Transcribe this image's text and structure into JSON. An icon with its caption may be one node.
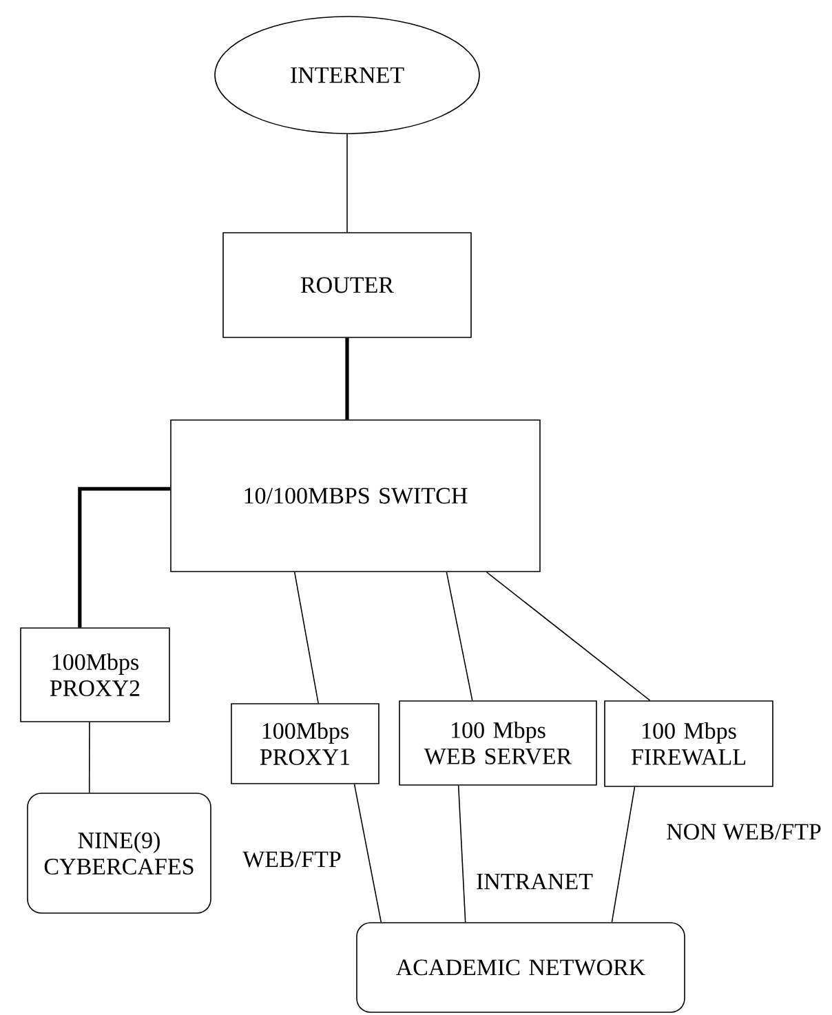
{
  "diagram": {
    "nodes": [
      {
        "text": [
          "INTERNET"
        ]
      },
      {
        "text": [
          "ROUTER"
        ]
      },
      {
        "text": [
          "10/100MBPS SWITCH"
        ]
      },
      {
        "text": [
          "100Mbps PROXY2"
        ]
      },
      {
        "text": [
          "NINE(9) CYBERCAFES"
        ]
      },
      {
        "text": [
          "100Mbps PROXY1"
        ]
      },
      {
        "text": [
          "100 Mbps WEB SERVER"
        ]
      },
      {
        "text": [
          "100 Mbps FIREWALL"
        ]
      },
      {
        "text": [
          "ACADEMIC NETWORK"
        ]
      }
    ],
    "edges": [
      {
        "from": 0,
        "to": 1,
        "arrow": "none"
      },
      {
        "from": 1,
        "to": 2,
        "arrow": "none",
        "style": "thick"
      },
      {
        "from": 2,
        "to": 3,
        "arrow": "none",
        "style": "thick"
      },
      {
        "from": 3,
        "to": 4,
        "arrow": "none"
      },
      {
        "from": 2,
        "to": 5,
        "arrow": "none"
      },
      {
        "from": 2,
        "to": 6,
        "arrow": "none"
      },
      {
        "from": 2,
        "to": 7,
        "arrow": "none"
      },
      {
        "from": 5,
        "to": 8,
        "arrow": "none"
      },
      {
        "from": 6,
        "to": 8,
        "arrow": "none"
      },
      {
        "from": 7,
        "to": 8,
        "arrow": "none"
      }
    ],
    "labels": [
      "NON WEB/FTP",
      "WEB/FTP",
      "INTRANET"
    ]
  }
}
